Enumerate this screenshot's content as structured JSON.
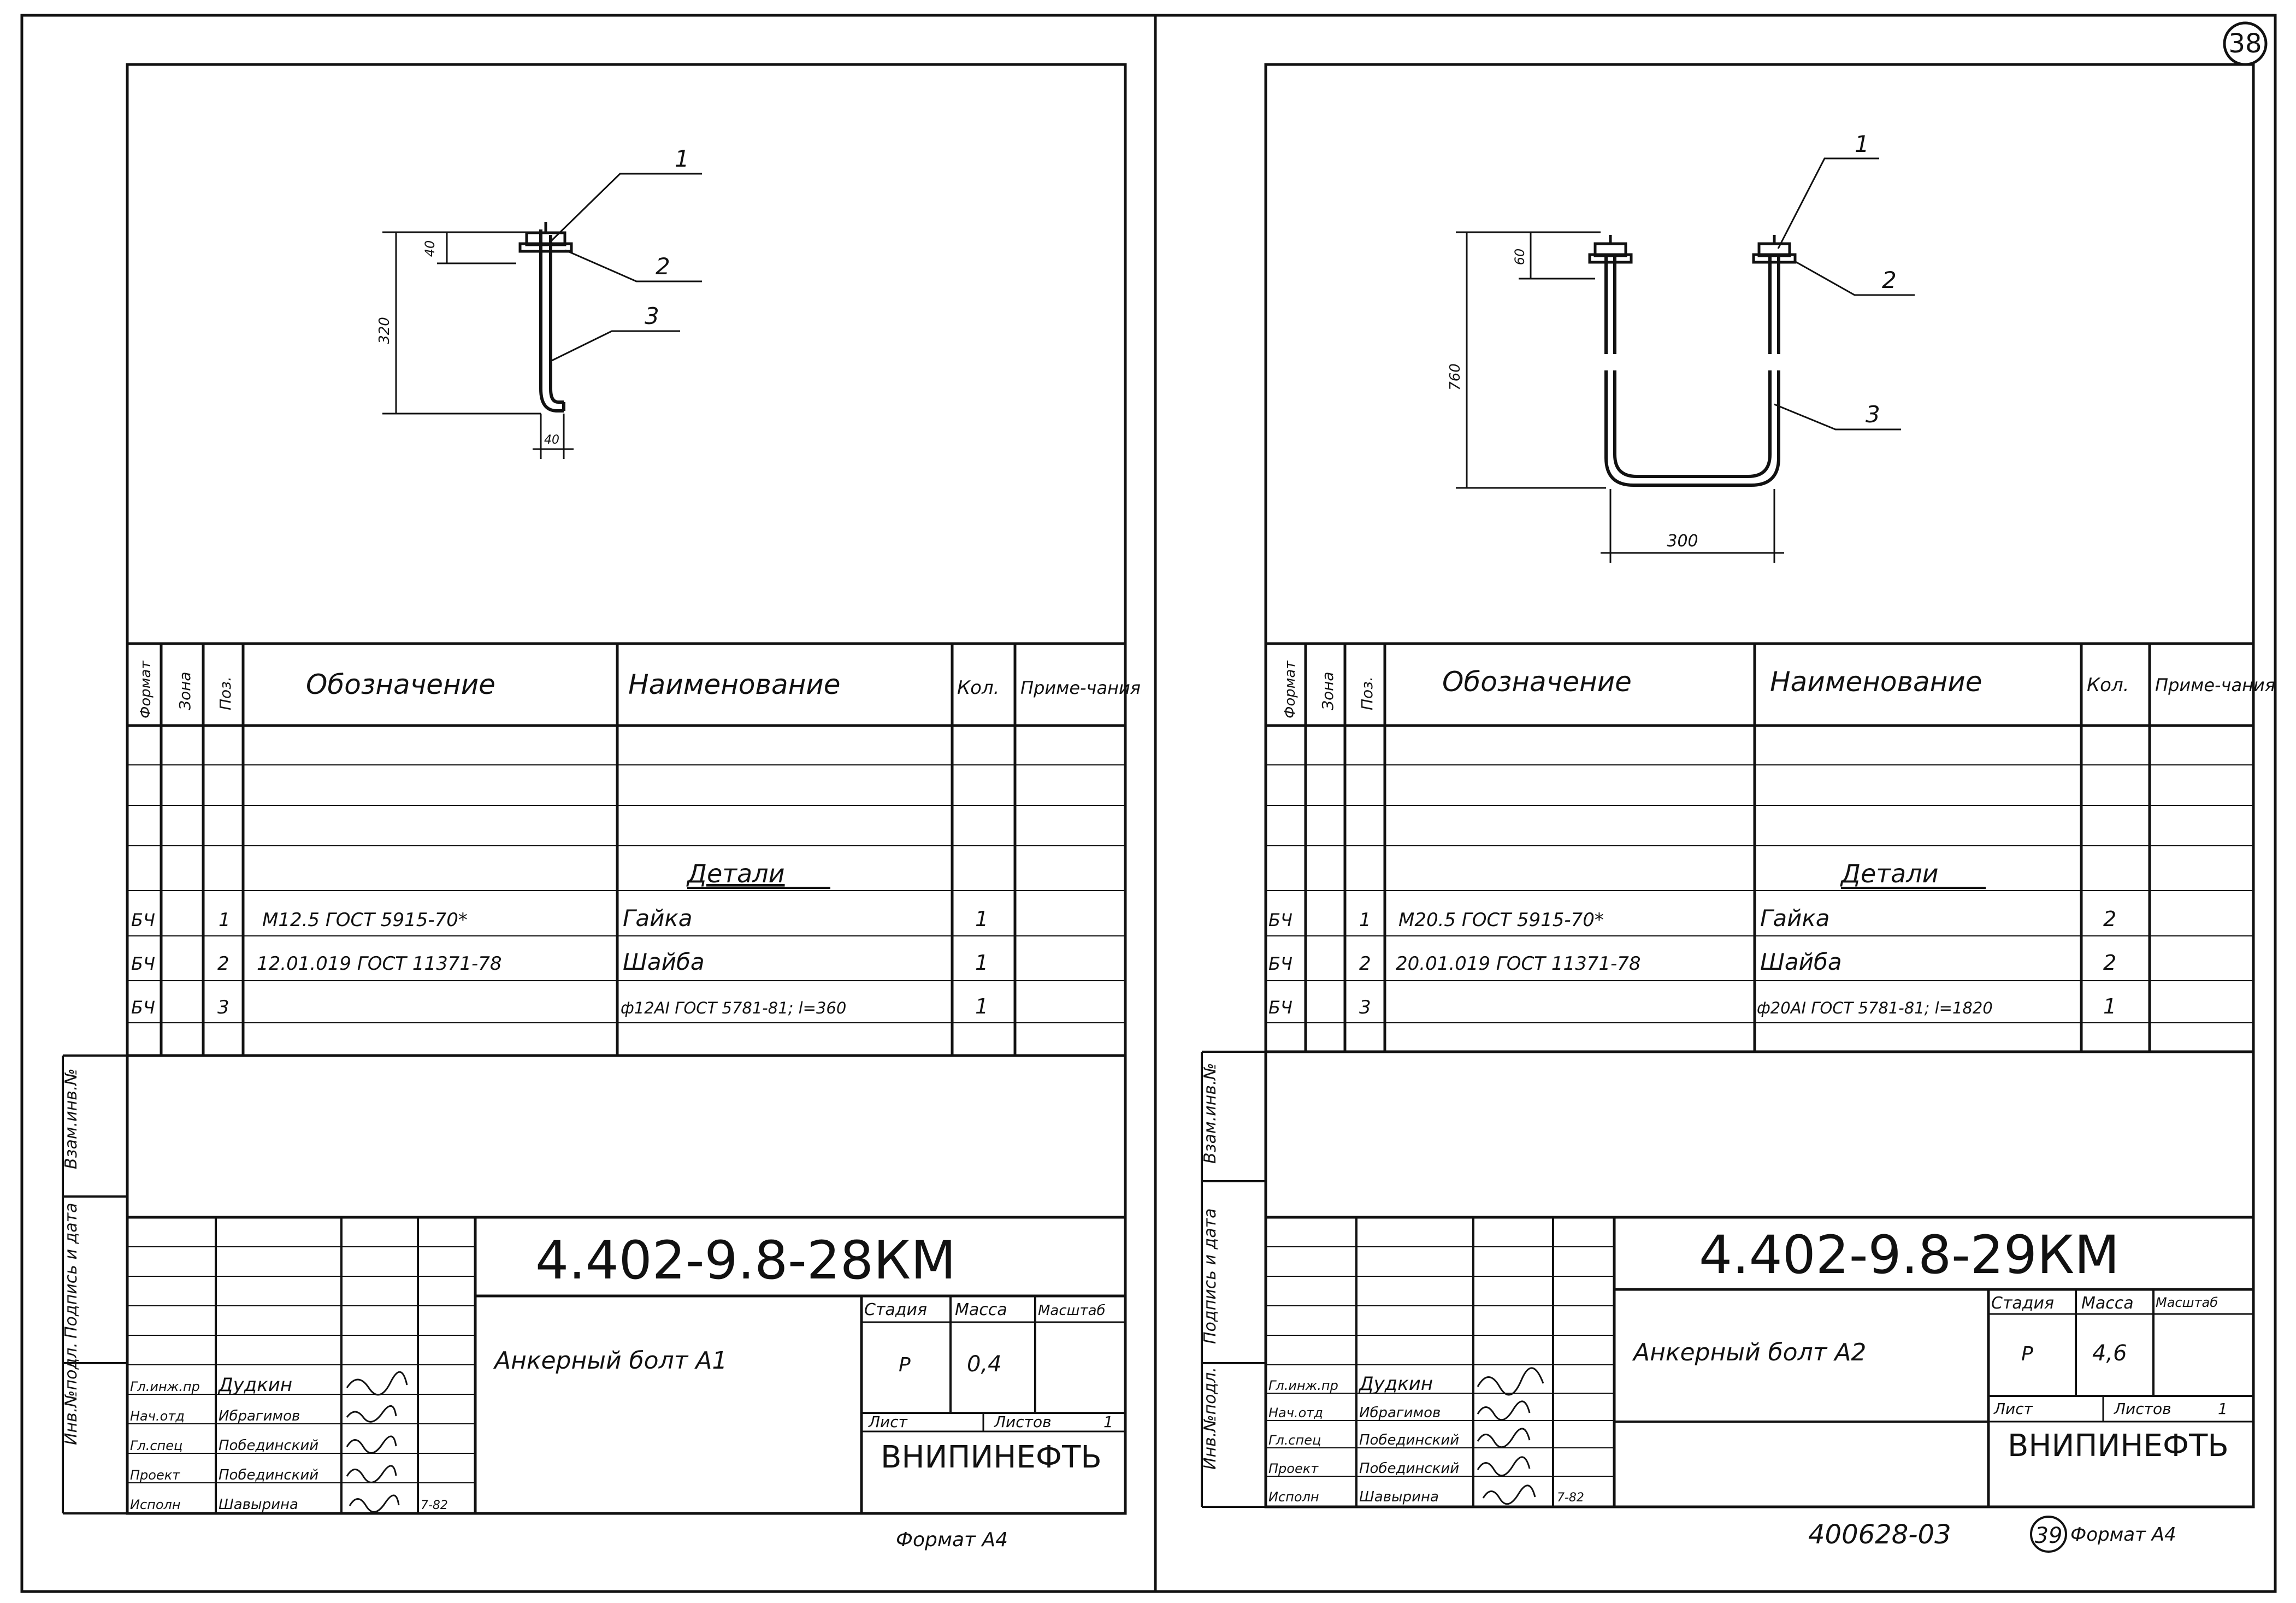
{
  "page_number": "38",
  "headers": {
    "format": "Формат",
    "zone": "Зона",
    "pos": "Поз.",
    "designation": "Обозначение",
    "name": "Наименование",
    "qty": "Кол.",
    "note": "Приме-чания"
  },
  "side_labels": {
    "inv_orig": "Инв.№подл.",
    "sign_date": "Подпись и дата",
    "inv_replace": "Взам.инв.№"
  },
  "roles": [
    "Гл.инж.пр",
    "Нач.отд",
    "Гл.спец",
    "Проект",
    "Исполн"
  ],
  "people": [
    "Дудкин",
    "Ибрагимов",
    "Побединский",
    "Побединский",
    "Шавырина"
  ],
  "stage_header": "Стадия",
  "mass_header": "Масса",
  "scale_header": "Масштаб",
  "sheet_label": "Лист",
  "sheets_label": "Листов",
  "org": "ВНИПИНЕФТЬ",
  "format_label": "Формат А4",
  "left": {
    "code": "4.402-9.8-28КМ",
    "title": "Анкерный болт А1",
    "stage": "Р",
    "mass": "0,4",
    "sheets_count": "1",
    "date": "7-82",
    "section": "Детали",
    "rows": [
      {
        "format": "БЧ",
        "pos": "1",
        "designation": "М12.5 ГОСТ 5915-70*",
        "name": "Гайка",
        "qty": "1"
      },
      {
        "format": "БЧ",
        "pos": "2",
        "designation": "12.01.019 ГОСТ 11371-78",
        "name": "Шайба",
        "qty": "1"
      },
      {
        "format": "БЧ",
        "pos": "3",
        "designation": "",
        "name": "ф12АI ГОСТ 5781-81; l=360",
        "qty": "1"
      }
    ],
    "dims": {
      "total": "320",
      "top": "40",
      "hook": "40"
    },
    "callouts": [
      "1",
      "2",
      "3"
    ]
  },
  "right": {
    "code": "4.402-9.8-29КМ",
    "title": "Анкерный болт А2",
    "stage": "Р",
    "mass": "4,6",
    "sheets_count": "1",
    "date": "7-82",
    "section": "Детали",
    "rows": [
      {
        "format": "БЧ",
        "pos": "1",
        "designation": "М20.5 ГОСТ 5915-70*",
        "name": "Гайка",
        "qty": "2"
      },
      {
        "format": "БЧ",
        "pos": "2",
        "designation": "20.01.019 ГОСТ 11371-78",
        "name": "Шайба",
        "qty": "2"
      },
      {
        "format": "БЧ",
        "pos": "3",
        "designation": "",
        "name": "ф20АI ГОСТ 5781-81; l=1820",
        "qty": "1"
      }
    ],
    "dims": {
      "total": "760",
      "top": "60",
      "width": "300"
    },
    "callouts": [
      "1",
      "2",
      "3"
    ],
    "stamp_code": "400628-03",
    "stamp_number": "39"
  }
}
